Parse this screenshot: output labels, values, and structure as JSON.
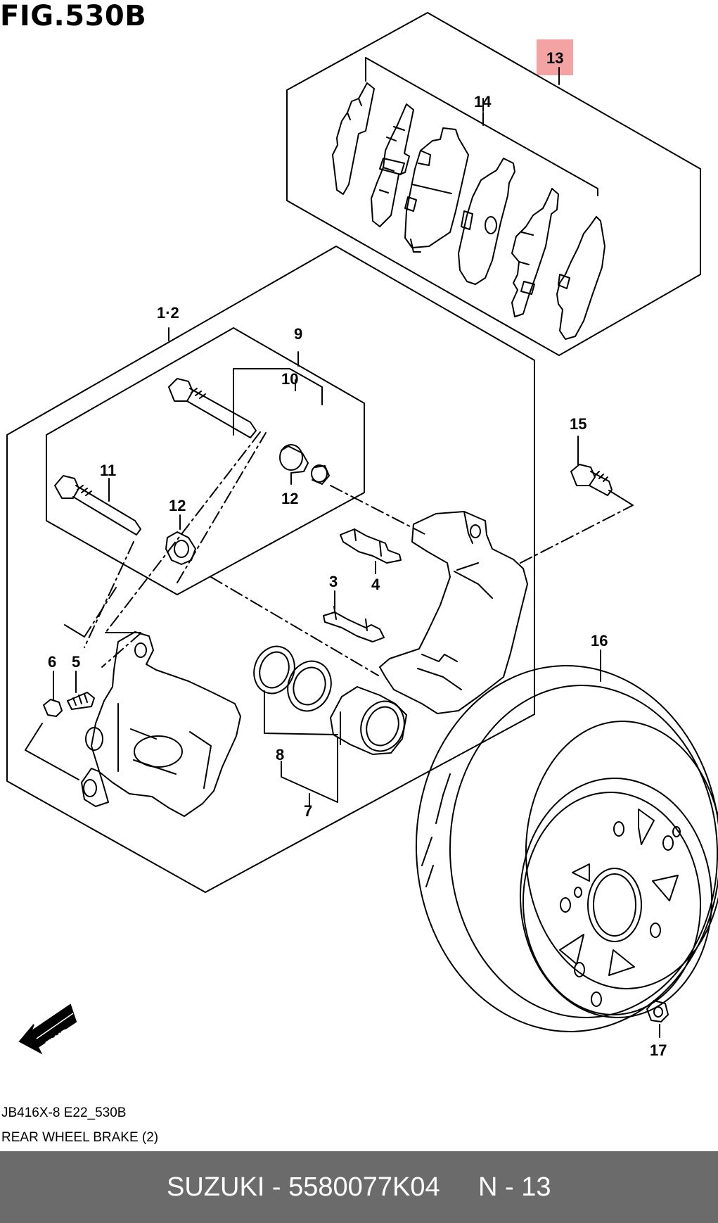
{
  "figure": {
    "title": "FIG.530B"
  },
  "callouts": {
    "c1_2": "1·2",
    "c3": "3",
    "c4": "4",
    "c5": "5",
    "c6": "6",
    "c7": "7",
    "c8": "8",
    "c9": "9",
    "c10": "10",
    "c11": "11",
    "c12a": "12",
    "c12b": "12",
    "c13": "13",
    "c14": "14",
    "c15": "15",
    "c16": "16",
    "c17": "17"
  },
  "highlight": {
    "callout": "13",
    "color": "#f4a3a3"
  },
  "fwd_label": "FWD",
  "meta": {
    "code": "JB416X-8 E22_530B",
    "description": "REAR WHEEL BRAKE (2)"
  },
  "footer": {
    "part_number": "SUZUKI - 5580077K04",
    "page": "N - 13",
    "background": "#6b6b6b"
  }
}
